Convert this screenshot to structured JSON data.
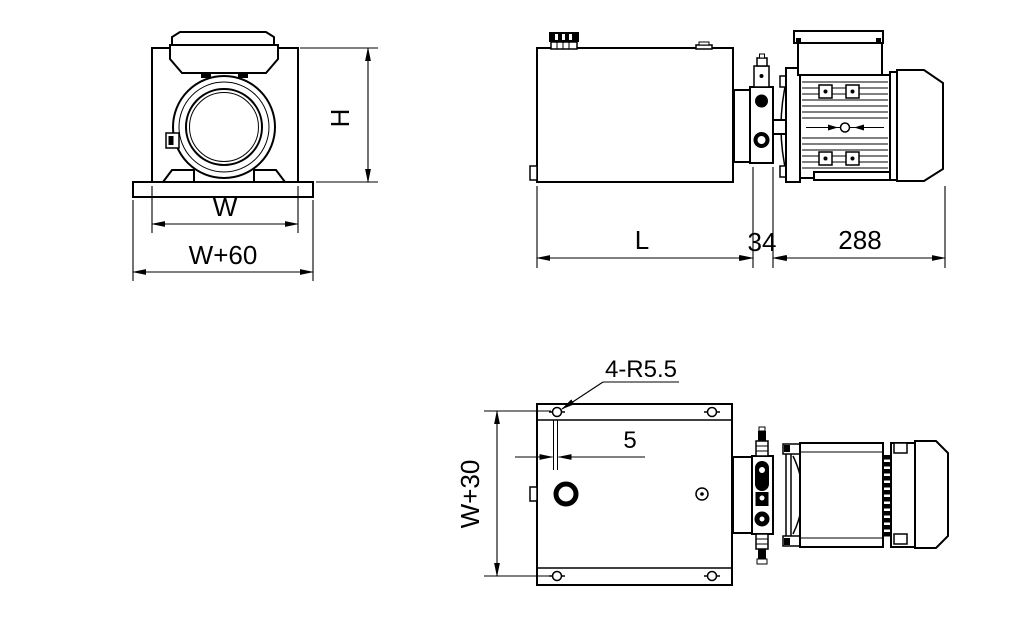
{
  "drawing": {
    "title": "hydraulic power unit outline drawing",
    "colors": {
      "line": "#000000",
      "background": "#ffffff"
    },
    "front_view": {
      "height_label": "H",
      "width_label": "W",
      "base_width_label": "W+60"
    },
    "side_view": {
      "tank_length_label": "L",
      "manifold_width_label": "34",
      "motor_length_label": "288"
    },
    "plan_view": {
      "depth_label": "W+30",
      "slot_width_label": "5",
      "mount_holes_label": "4-R5.5"
    }
  }
}
